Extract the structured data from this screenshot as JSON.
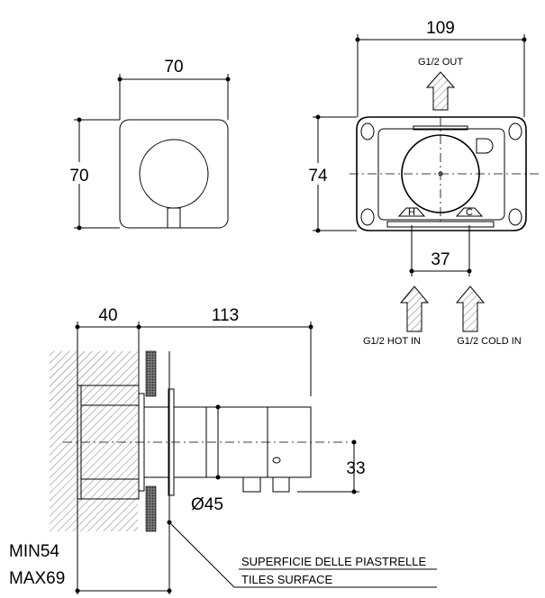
{
  "front_view": {
    "width_dim": "70",
    "height_dim": "70"
  },
  "box_view": {
    "width_dim": "109",
    "height_dim": "74",
    "inlet_spacing_dim": "37",
    "out_label": "G1/2 OUT",
    "hot_label": "G1/2 HOT IN",
    "cold_label": "G1/2 COLD IN",
    "hot_mark": "H",
    "cold_mark": "C"
  },
  "side_view": {
    "depth_dim": "40",
    "length_dim": "113",
    "diameter_dim": "Ø45",
    "offset_dim": "33",
    "min_label": "MIN54",
    "max_label": "MAX69",
    "tiles_label_it": "SUPERFICIE DELLE PIASTRELLE",
    "tiles_label_en": "TILES SURFACE"
  }
}
